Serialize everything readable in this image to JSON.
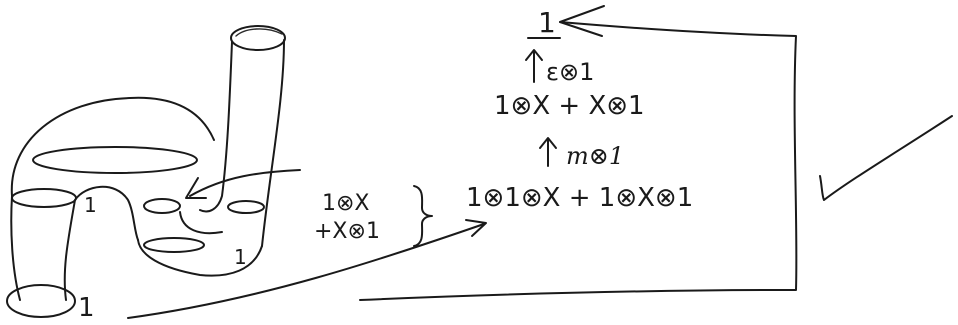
{
  "surface": {
    "labels": {
      "unit_bottom": "1",
      "unit_left_neck": "1",
      "unit_right_neck": "1"
    }
  },
  "annotation": {
    "line1": "1⊗X",
    "line2": "+X⊗1"
  },
  "chain": {
    "top": "1",
    "map1": "ε⊗1",
    "middle": "1⊗X + X⊗1",
    "map2": "m⊗1",
    "bottom": "1⊗1⊗X + 1⊗X⊗1"
  },
  "colors": {
    "ink": "#1a1a1a",
    "paper": "#ffffff"
  }
}
